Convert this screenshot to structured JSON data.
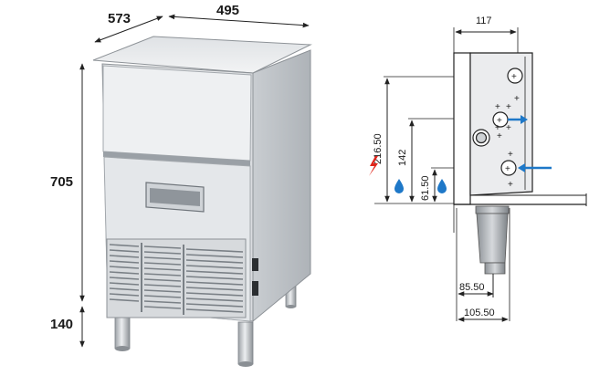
{
  "left_view": {
    "depth_label": "573",
    "width_label": "495",
    "height_label": "705",
    "legs_label": "140"
  },
  "right_view": {
    "top_width_label": "117",
    "power_height_label": "216.50",
    "water_in_height_label": "142",
    "drain_height_label": "61.50",
    "drain_offset_label": "85.50",
    "total_offset_label": "105.50"
  },
  "icons": {
    "power": "lightning-icon",
    "water_drop": "water-drop-icon",
    "water_in": "arrow-right-icon",
    "water_out": "arrow-left-icon"
  },
  "colors": {
    "power": "#e0251b",
    "water": "#1e78c8",
    "steel_light": "#e6e8ea",
    "steel_dark": "#9aa0a6"
  }
}
